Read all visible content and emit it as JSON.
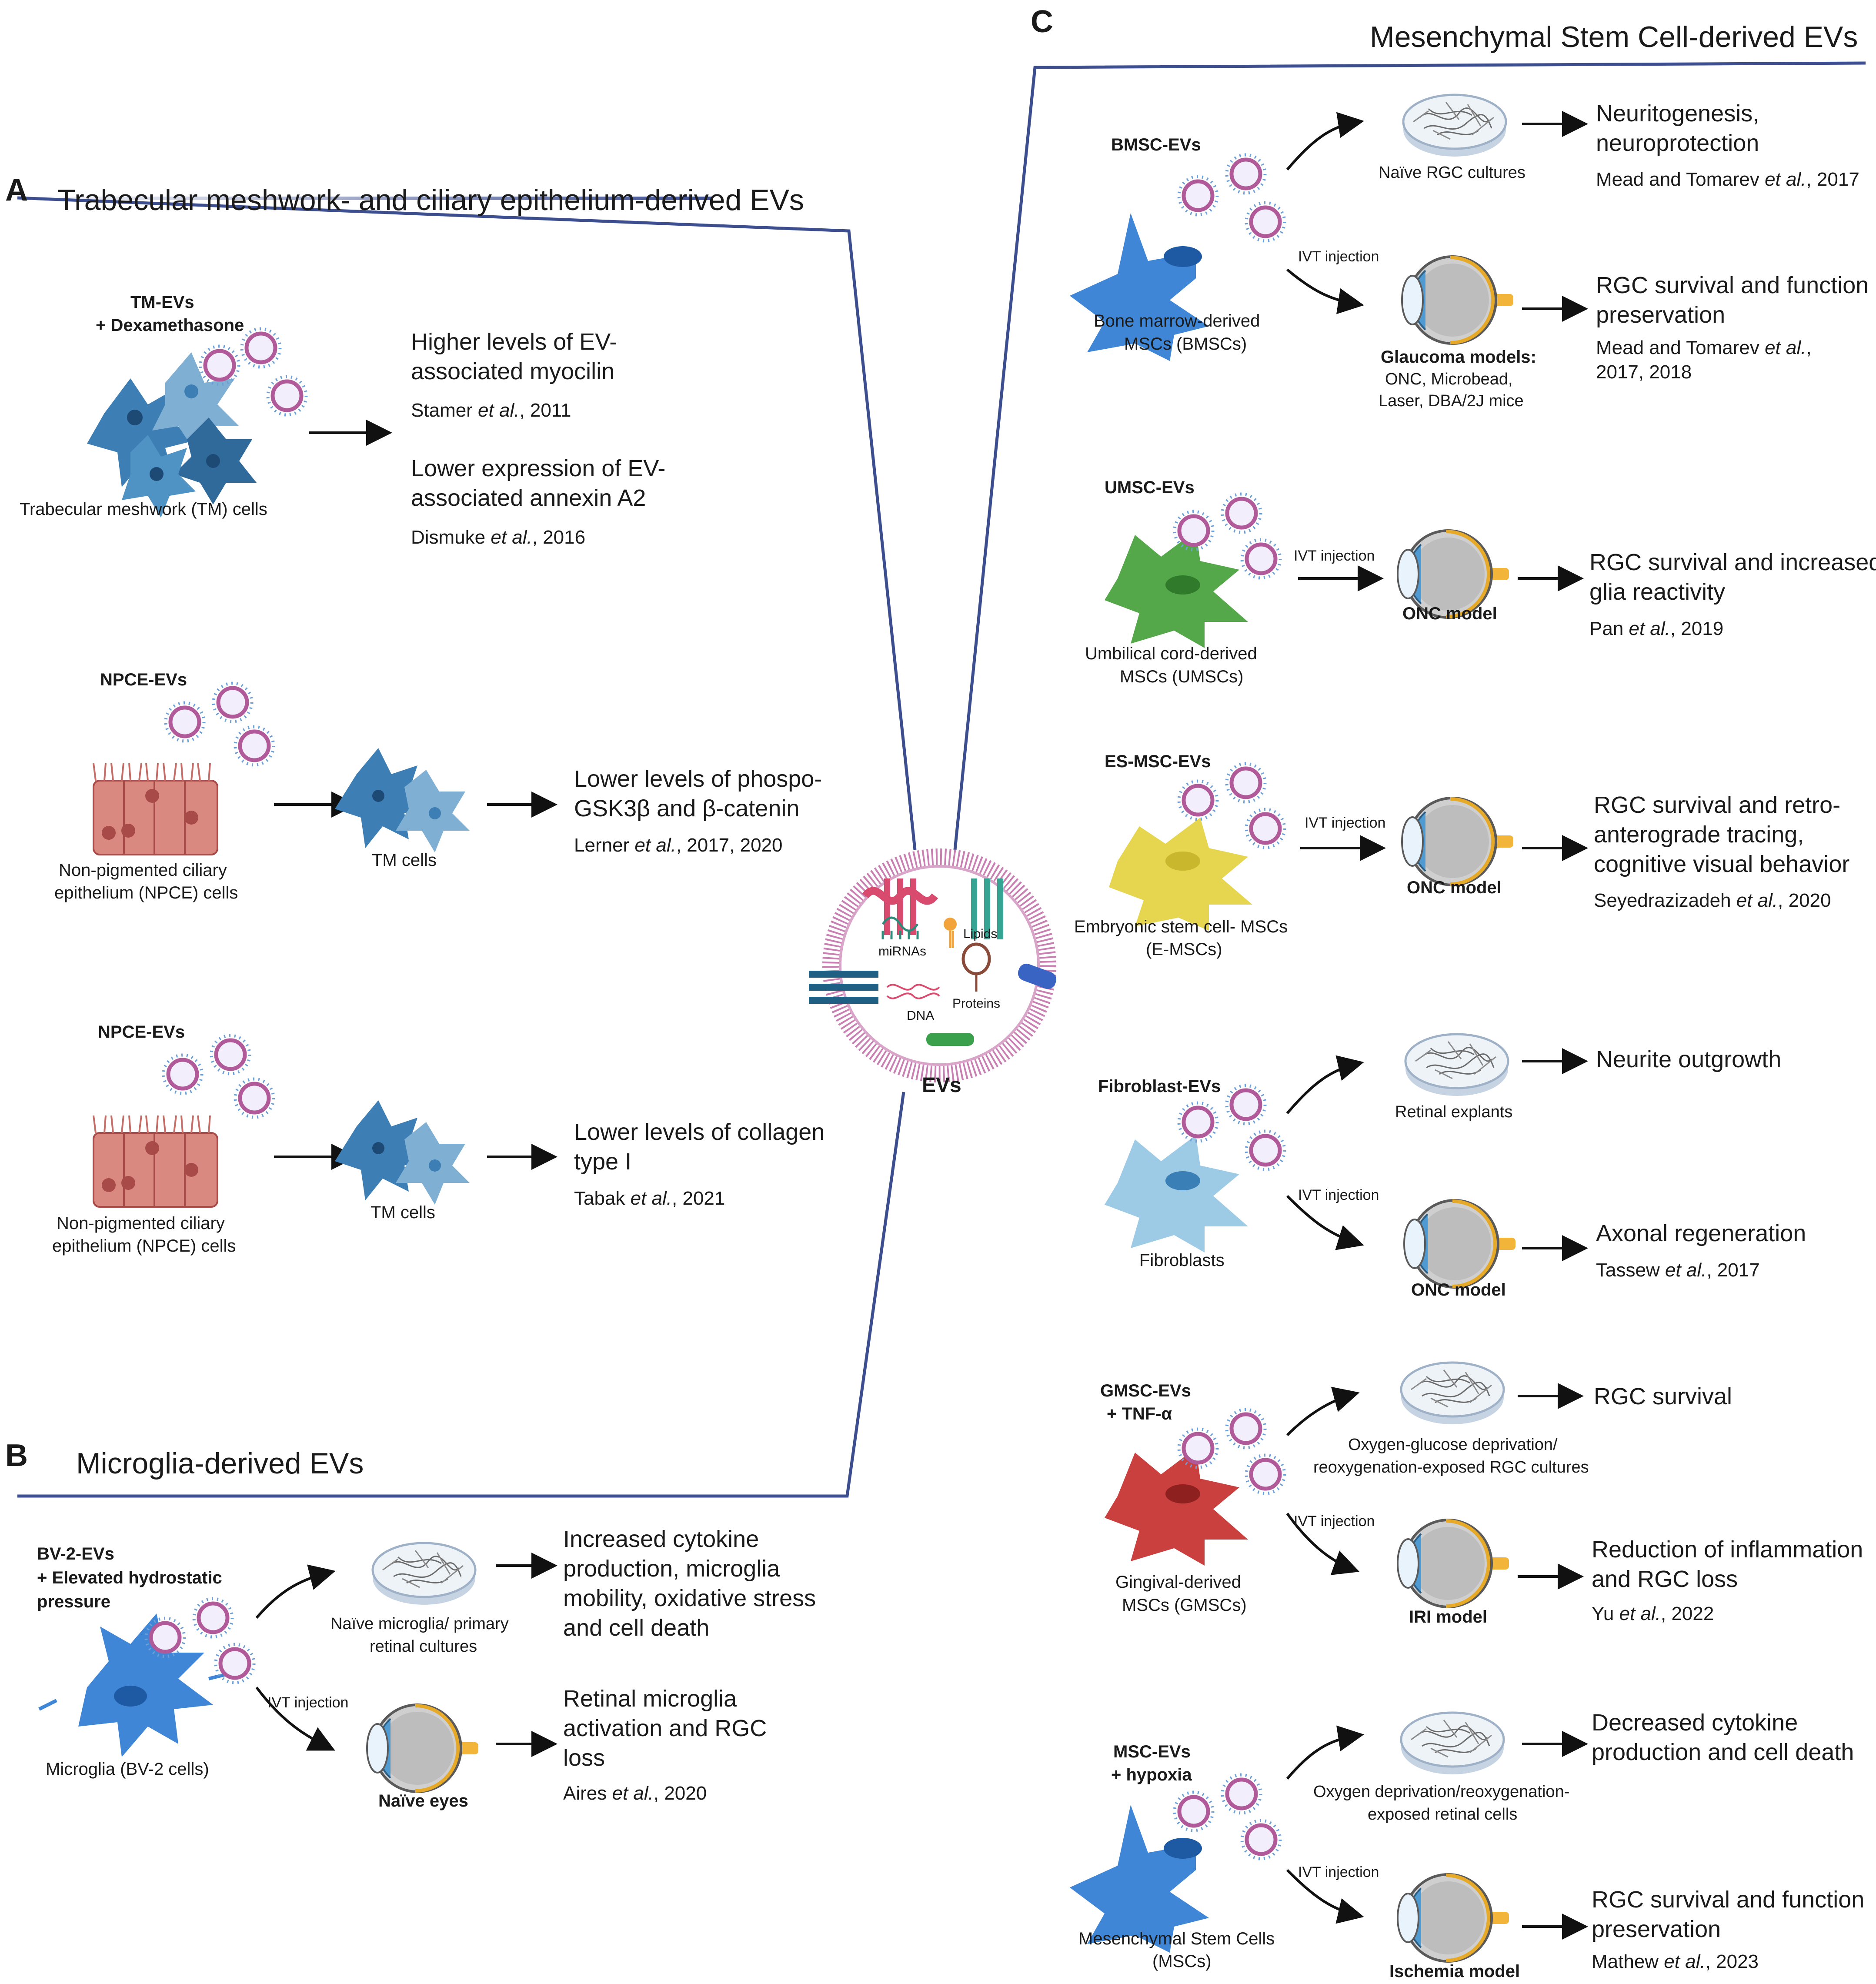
{
  "panels": {
    "A": {
      "letter": "A",
      "title": "Trabecular meshwork- and ciliary epithelium-derived EVs"
    },
    "B": {
      "letter": "B",
      "title": "Microglia-derived EVs"
    },
    "C": {
      "letter": "C",
      "title": "Mesenchymal Stem Cell-derived EVs"
    }
  },
  "center": {
    "label": "EVs",
    "cargo": {
      "mirnas": "miRNAs",
      "lipids": "Lipids",
      "dna": "DNA",
      "proteins": "Proteins"
    }
  },
  "A_entries": [
    {
      "ev_label_1": "TM-EVs",
      "ev_label_2": "+ Dexamethasone",
      "cell_label": "Trabecular meshwork (TM) cells",
      "out1_l1": "Higher levels of EV-",
      "out1_l2": "associated myocilin",
      "ref1_a": "Stamer ",
      "ref1_etal": "et al.",
      "ref1_b": ", 2011",
      "out2_l1": "Lower expression of EV-",
      "out2_l2": "associated annexin A2",
      "ref2_a": "Dismuke ",
      "ref2_etal": "et al.",
      "ref2_b": ", 2016"
    },
    {
      "ev_label": "NPCE-EVs",
      "cell_l1": "Non-pigmented ciliary",
      "cell_l2": "epithelium (NPCE) cells",
      "tm_label": "TM cells",
      "out_l1": "Lower levels of phospo-",
      "out_l2": "GSK3β and β-catenin",
      "ref_a": "Lerner ",
      "ref_etal": "et al.",
      "ref_b": ", 2017, 2020"
    },
    {
      "ev_label": "NPCE-EVs",
      "cell_l1": "Non-pigmented ciliary",
      "cell_l2": "epithelium (NPCE) cells",
      "tm_label": "TM cells",
      "out_l1": "Lower levels of collagen",
      "out_l2": "type I",
      "ref_a": "Tabak ",
      "ref_etal": "et al.",
      "ref_b": ", 2021"
    }
  ],
  "B_entry": {
    "ev_l1": "BV-2-EVs",
    "ev_l2": "+ Elevated hydrostatic",
    "ev_l3": "pressure",
    "cell_label": "Microglia (BV-2 cells)",
    "dish_l1": "Naïve microglia/ primary",
    "dish_l2": "retinal cultures",
    "injection": "IVT injection",
    "eye_label": "Naïve eyes",
    "out1_l1": "Increased cytokine",
    "out1_l2": "production, microglia",
    "out1_l3": "mobility, oxidative stress",
    "out1_l4": "and cell death",
    "out2_l1": "Retinal microglia",
    "out2_l2": "activation and RGC",
    "out2_l3": "loss",
    "ref_a": "Aires ",
    "ref_etal": "et al.",
    "ref_b": ", 2020"
  },
  "C_entries": [
    {
      "ev_label": "BMSC-EVs",
      "cell_l1": "Bone marrow-derived",
      "cell_l2": "MSCs (BMSCs)",
      "dish_label": "Naïve RGC cultures",
      "injection": "IVT injection",
      "model_label": "Glaucoma models:",
      "model_sub1": "ONC, Microbead,",
      "model_sub2": "Laser, DBA/2J mice",
      "out1_l1": "Neuritogenesis,",
      "out1_l2": "neuroprotection",
      "ref1_a": "Mead and Tomarev ",
      "ref1_etal": "et al.",
      "ref1_b": ", 2017",
      "out2_l1": "RGC survival and function",
      "out2_l2": "preservation",
      "ref2_l1a": "Mead and Tomarev ",
      "ref2_etal": "et al.",
      "ref2_l1b": ",",
      "ref2_l2": "2017, 2018"
    },
    {
      "ev_label": "UMSC-EVs",
      "cell_l1": "Umbilical cord-derived",
      "cell_l2": "MSCs (UMSCs)",
      "injection": "IVT injection",
      "model_label": "ONC model",
      "out_l1": "RGC survival and increased",
      "out_l2": "glia reactivity",
      "ref_a": "Pan ",
      "ref_etal": "et al.",
      "ref_b": ", 2019"
    },
    {
      "ev_label": "ES-MSC-EVs",
      "cell_l1": "Embryonic stem cell- MSCs",
      "cell_l2": "(E-MSCs)",
      "injection": "IVT injection",
      "model_label": "ONC model",
      "out_l1": "RGC survival and retro-",
      "out_l2": "anterograde tracing,",
      "out_l3": "cognitive visual behavior",
      "ref_a": "Seyedrazizadeh ",
      "ref_etal": "et al.",
      "ref_b": ", 2020"
    },
    {
      "ev_label": "Fibroblast-EVs",
      "cell_label": "Fibroblasts",
      "dish_label": "Retinal explants",
      "injection": "IVT injection",
      "model_label": "ONC model",
      "out1": "Neurite outgrowth",
      "out2": "Axonal regeneration",
      "ref_a": "Tassew ",
      "ref_etal": "et al.",
      "ref_b": ", 2017"
    },
    {
      "ev_l1": "GMSC-EVs",
      "ev_l2": "+ TNF-α",
      "cell_l1": "Gingival-derived",
      "cell_l2": "MSCs (GMSCs)",
      "dish_l1": "Oxygen-glucose deprivation/",
      "dish_l2": "reoxygenation-exposed RGC cultures",
      "injection": "IVT injection",
      "model_label": "IRI model",
      "out1": "RGC survival",
      "out2_l1": "Reduction of inflammation",
      "out2_l2": "and RGC loss",
      "ref_a": "Yu ",
      "ref_etal": "et al.",
      "ref_b": ", 2022"
    },
    {
      "ev_l1": "MSC-EVs",
      "ev_l2": "+ hypoxia",
      "cell_l1": "Mesenchymal Stem Cells",
      "cell_l2": "(MSCs)",
      "dish_l1": "Oxygen deprivation/reoxygenation-",
      "dish_l2": "exposed retinal cells",
      "injection": "IVT injection",
      "model_label": "Ischemia model",
      "out1_l1": "Decreased cytokine",
      "out1_l2": "production and cell death",
      "out2_l1": "RGC survival and function",
      "out2_l2": "preservation",
      "ref_a": "Mathew ",
      "ref_etal": "et al.",
      "ref_b": ", 2023"
    }
  ],
  "colors": {
    "frame": "#3d4e8f",
    "tm_cell": "#3d7fb5",
    "tm_cell_light": "#7fb0d3",
    "npce": "#d9897f",
    "npce_dark": "#a84a47",
    "bmsc": "#3f86d6",
    "umsc": "#55a84a",
    "esmsc": "#e6d54e",
    "fibro": "#9dcbe6",
    "gmsc": "#c9403f",
    "vesicle_rim": "#b05a9a",
    "vesicle_fill": "#f3eefb",
    "vesicle_dots": "#6b9fd8",
    "eye_iris": "#4f9bd1",
    "nerve": "#f2b53a",
    "membrane": "#c87fb2"
  }
}
